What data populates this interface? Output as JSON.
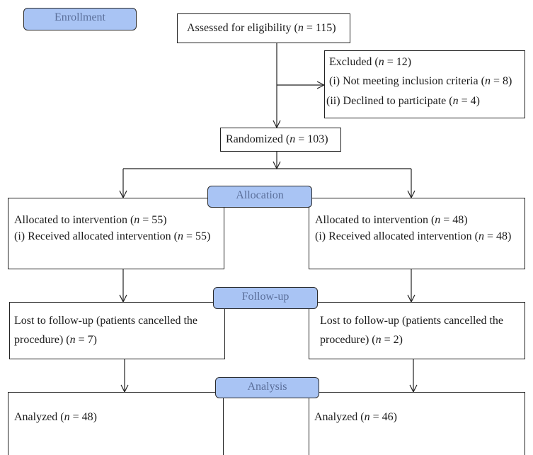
{
  "stages": {
    "enrollment": "Enrollment",
    "allocation": "Allocation",
    "follow_up": "Follow-up",
    "analysis": "Analysis"
  },
  "assessed": {
    "pre": "Assessed for eligibility (",
    "n": "n",
    "post": " = 115)"
  },
  "excluded": {
    "title": {
      "pre": "Excluded (",
      "n": "n",
      "post": " = 12)"
    },
    "items": [
      {
        "pre": "(i) Not meeting inclusion criteria (",
        "n": "n",
        "post": " = 8)"
      },
      {
        "pre": "(ii) Declined to participate (",
        "n": "n",
        "post": " = 4)"
      }
    ]
  },
  "randomized": {
    "pre": "Randomized (",
    "n": "n",
    "post": " = 103)"
  },
  "arms": [
    {
      "allocated": {
        "pre": "Allocated to intervention (",
        "n": "n",
        "post": " = 55)"
      },
      "received": {
        "pre": "(i) Received allocated intervention (",
        "n": "n",
        "post": " = 55)"
      },
      "lost_line1": "Lost to follow-up (patients cancelled the",
      "lost_line2": {
        "pre": "procedure) (",
        "n": "n",
        "post": " = 7)"
      },
      "analyzed": {
        "pre": "Analyzed (",
        "n": "n",
        "post": " = 48)"
      }
    },
    {
      "allocated": {
        "pre": "Allocated to intervention (",
        "n": "n",
        "post": " = 48)"
      },
      "received": {
        "pre": "(i) Received allocated intervention (",
        "n": "n",
        "post": " = 48)"
      },
      "lost_line1": "Lost to follow-up (patients cancelled the",
      "lost_line2": {
        "pre": "procedure) (",
        "n": "n",
        "post": " = 2)"
      },
      "analyzed": {
        "pre": "Analyzed (",
        "n": "n",
        "post": " = 46)"
      }
    }
  ],
  "colors": {
    "stage_fill": "#a9c4f4",
    "stage_text": "#5b6f9a",
    "line": "#222222"
  }
}
